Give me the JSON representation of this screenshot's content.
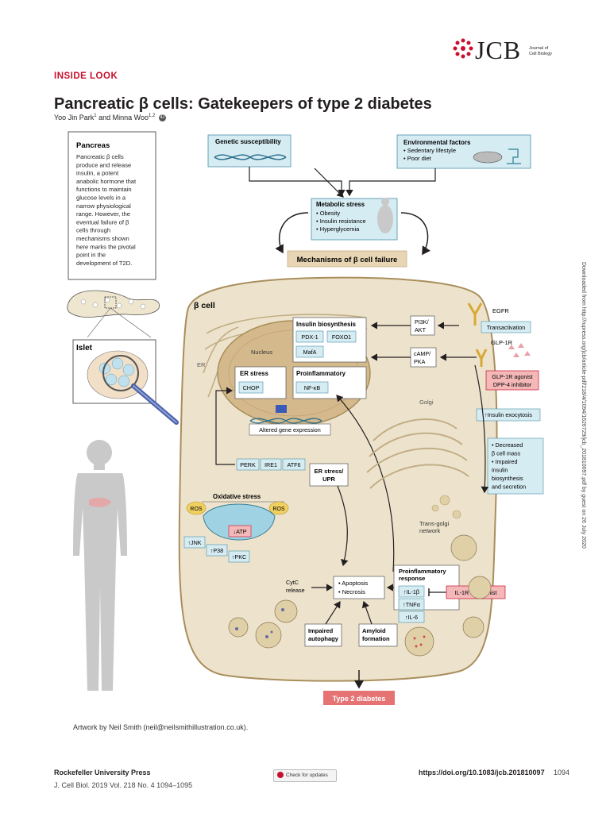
{
  "header": {
    "section": "INSIDE LOOK",
    "title": "Pancreatic β cells: Gatekeepers of type 2 diabetes",
    "author1": "Yoo Jin Park",
    "author1_sup": "1",
    "and": "and",
    "author2": "Minna Woo",
    "author2_sup": "1,2",
    "logo": "JCB",
    "logo_sub_line1": "Journal of",
    "logo_sub_line2": "Cell Biology"
  },
  "sidebar_note": "Downloaded from http://rupress.org/jcb/article-pdf/218/4/1094/1626729/jcb_201810097.pdf by guest on 26 July 2020",
  "figure": {
    "pancreas_box": {
      "title": "Pancreas",
      "lines": [
        "Pancreatic β cells",
        "produce and release",
        "insulin, a potent",
        "anabolic hormone that",
        "functions to maintain",
        "glucose levels in a",
        "narrow physiological",
        "range. However, the",
        "eventual failure of β",
        "cells through",
        "mechanisms shown",
        "here marks the pivotal",
        "point in the",
        "development of T2D."
      ]
    },
    "islet_label": "Islet",
    "genetic": "Genetic susceptibility",
    "environmental": {
      "title": "Environmental factors",
      "items": [
        "• Sedentary lifestyle",
        "• Poor diet"
      ]
    },
    "metabolic": {
      "title": "Metabolic stress",
      "items": [
        "• Obesity",
        "• Insulin resistance",
        "• Hyperglycemia"
      ]
    },
    "mechanisms": "Mechanisms of β cell failure",
    "cell_label": "β cell",
    "er_label": "ER",
    "nucleus_label": "Nucleus",
    "golgi_label": "Golgi",
    "trans_golgi": [
      "Trans-golgi",
      "network"
    ],
    "insulin_biosynthesis": {
      "title": "Insulin biosynthesis",
      "items": [
        "PDX-1",
        "FOXO1",
        "MafA"
      ]
    },
    "er_stress": {
      "title": "ER stress",
      "items": [
        "CHOP"
      ]
    },
    "proinflammatory": {
      "title": "Proinflammatory",
      "items": [
        "NF-κB"
      ]
    },
    "altered_gene": "Altered gene expression",
    "upr_sensors": [
      "PERK",
      "IRE1",
      "ATF6"
    ],
    "er_stress_upr": [
      "ER stress/",
      "UPR"
    ],
    "pi3k": [
      "PI3K/",
      "AKT"
    ],
    "camp": [
      "cAMP/",
      "PKA"
    ],
    "egfr": "EGFR",
    "transactivation": "Transactivation",
    "glp1r": "GLP-1R",
    "glp1r_agonist": [
      "GLP-1R agonist",
      "DPP-4 inhibitor"
    ],
    "insulin_exocytosis": "↑Insulin exocytosis",
    "decreased_box": [
      "• Decreased",
      "  β cell mass",
      "• Impaired",
      "  insulin",
      "  biosynthesis",
      "  and secretion"
    ],
    "oxidative": "Oxidative stress",
    "ros": "ROS",
    "atp": "↓ATP",
    "jnk": "↑JNK",
    "p38": "↑P38",
    "pkc": "↑PKC",
    "cytc": [
      "CytC",
      "release"
    ],
    "apoptosis": [
      "• Apoptosis",
      "• Necrosis"
    ],
    "proinflam_response": {
      "title": [
        "Proinflammatory",
        "response"
      ],
      "items": [
        "↑IL-1β",
        "↑TNFα",
        "↑IL-6"
      ]
    },
    "il1r": "IL-1R antagonist",
    "impaired_autophagy": [
      "Impaired",
      "autophagy"
    ],
    "amyloid": [
      "Amyloid",
      "formation"
    ],
    "type2": "Type 2 diabetes"
  },
  "credit": "Artwork by Neil Smith (neil@neilsmithillustration.co.uk).",
  "footer": {
    "publisher": "Rockefeller University Press",
    "citation": "J. Cell Biol. 2019 Vol. 218 No. 4    1094–1095",
    "check": "Check for updates",
    "doi": "https://doi.org/10.1083/jcb.201810097",
    "page": "1094"
  },
  "colors": {
    "accent": "#c8102e",
    "box_blue": "#d6ecf3",
    "box_border": "#4a90a8",
    "cell_fill": "#ede3cc",
    "pink_box": "#f4b8b8"
  }
}
